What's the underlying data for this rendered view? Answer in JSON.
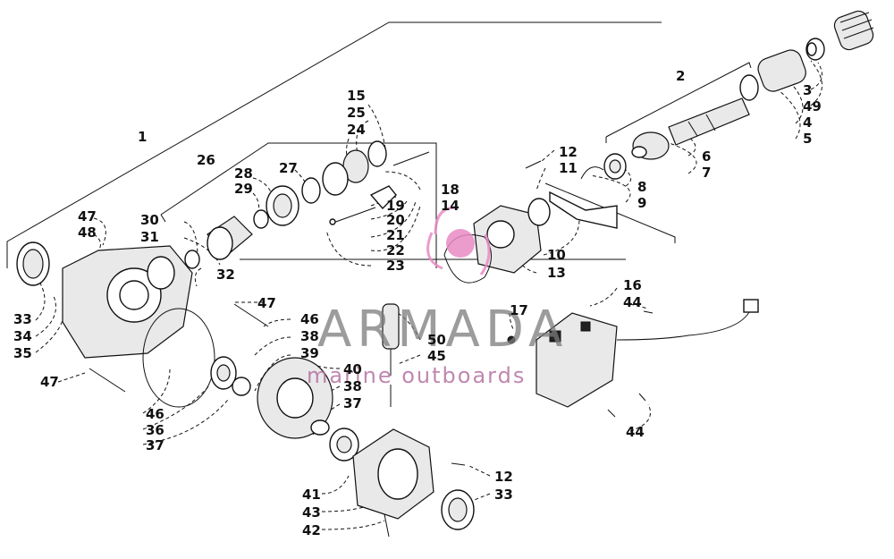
{
  "callouts": [
    {
      "id": "c1",
      "text": "1"
    },
    {
      "id": "c2",
      "text": "2"
    },
    {
      "id": "c3",
      "text": "3"
    },
    {
      "id": "c49",
      "text": "49"
    },
    {
      "id": "c4",
      "text": "4"
    },
    {
      "id": "c5",
      "text": "5"
    },
    {
      "id": "c6",
      "text": "6"
    },
    {
      "id": "c7",
      "text": "7"
    },
    {
      "id": "c8",
      "text": "8"
    },
    {
      "id": "c9",
      "text": "9"
    },
    {
      "id": "c12a",
      "text": "12"
    },
    {
      "id": "c11",
      "text": "11"
    },
    {
      "id": "c10",
      "text": "10"
    },
    {
      "id": "c13",
      "text": "13"
    },
    {
      "id": "c14",
      "text": "14"
    },
    {
      "id": "c18",
      "text": "18"
    },
    {
      "id": "c19",
      "text": "19"
    },
    {
      "id": "c20",
      "text": "20"
    },
    {
      "id": "c21",
      "text": "21"
    },
    {
      "id": "c22",
      "text": "22"
    },
    {
      "id": "c23",
      "text": "23"
    },
    {
      "id": "c15",
      "text": "15"
    },
    {
      "id": "c25",
      "text": "25"
    },
    {
      "id": "c24",
      "text": "24"
    },
    {
      "id": "c27",
      "text": "27"
    },
    {
      "id": "c26",
      "text": "26"
    },
    {
      "id": "c28",
      "text": "28"
    },
    {
      "id": "c29",
      "text": "29"
    },
    {
      "id": "c30",
      "text": "30"
    },
    {
      "id": "c31",
      "text": "31"
    },
    {
      "id": "c32",
      "text": "32"
    },
    {
      "id": "c47a",
      "text": "47"
    },
    {
      "id": "c48",
      "text": "48"
    },
    {
      "id": "c33a",
      "text": "33"
    },
    {
      "id": "c34",
      "text": "34"
    },
    {
      "id": "c35",
      "text": "35"
    },
    {
      "id": "c47b",
      "text": "47"
    },
    {
      "id": "c46a",
      "text": "46"
    },
    {
      "id": "c38a",
      "text": "38"
    },
    {
      "id": "c39",
      "text": "39"
    },
    {
      "id": "c47c",
      "text": "47"
    },
    {
      "id": "c46b",
      "text": "46"
    },
    {
      "id": "c36",
      "text": "36"
    },
    {
      "id": "c37a",
      "text": "37"
    },
    {
      "id": "c40",
      "text": "40"
    },
    {
      "id": "c38b",
      "text": "38"
    },
    {
      "id": "c37b",
      "text": "37"
    },
    {
      "id": "c50",
      "text": "50"
    },
    {
      "id": "c45",
      "text": "45"
    },
    {
      "id": "c17",
      "text": "17"
    },
    {
      "id": "c16",
      "text": "16"
    },
    {
      "id": "c44a",
      "text": "44"
    },
    {
      "id": "c44b",
      "text": "44"
    },
    {
      "id": "c12b",
      "text": "12"
    },
    {
      "id": "c33b",
      "text": "33"
    },
    {
      "id": "c41",
      "text": "41"
    },
    {
      "id": "c43",
      "text": "43"
    },
    {
      "id": "c42",
      "text": "42"
    }
  ],
  "watermark": {
    "brand": "ARMADA",
    "tagline": "marine outboards",
    "logo_color": "#e98ac4"
  }
}
